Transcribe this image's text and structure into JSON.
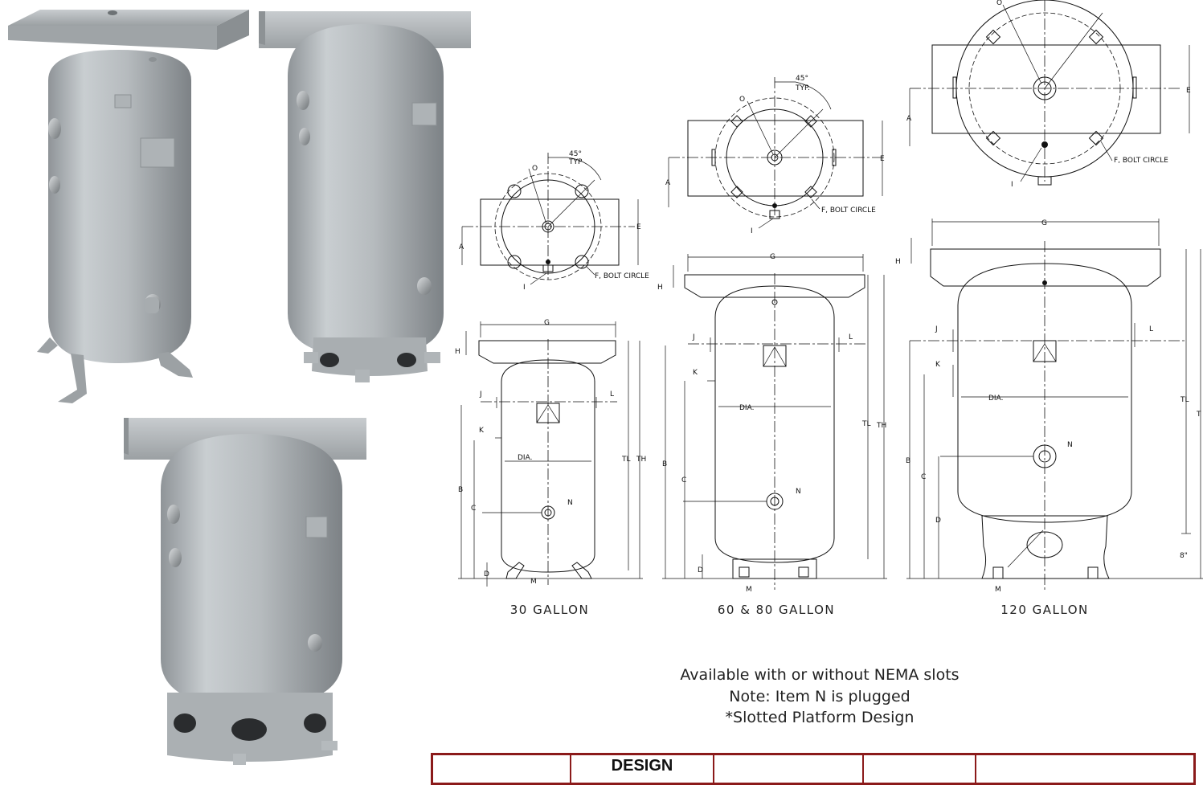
{
  "photos": [
    {
      "name": "tank-photo-30"
    },
    {
      "name": "tank-photo-60-80"
    },
    {
      "name": "tank-photo-120"
    }
  ],
  "drawings": {
    "gal30": {
      "caption": "30 GALLON",
      "angle": "45°",
      "angle_sub": "TYP",
      "bolt": "F, BOLT CIRCLE",
      "labels": {
        "o": "O",
        "a": "A",
        "e": "E",
        "i": "I",
        "g": "G",
        "h": "H",
        "j": "J",
        "k": "K",
        "l": "L",
        "dia": "DIA.",
        "b": "B",
        "c": "C",
        "d": "D",
        "n": "N",
        "m": "M",
        "tl": "TL",
        "th": "TH"
      }
    },
    "gal60": {
      "caption": "60 & 80 GALLON",
      "angle": "45°",
      "angle_sub": "TYP.",
      "bolt": "F, BOLT CIRCLE",
      "labels": {
        "o": "O",
        "a": "A",
        "e": "E",
        "i": "I",
        "g": "G",
        "h": "H",
        "j": "J",
        "k": "K",
        "l": "L",
        "dia": "DIA.",
        "b": "B",
        "c": "C",
        "d": "D",
        "n": "N",
        "m": "M",
        "tl": "TL",
        "th": "TH"
      }
    },
    "gal120": {
      "caption": "120 GALLON",
      "bolt": "F, BOLT CIRCLE",
      "leg_dim": "8\"",
      "labels": {
        "o": "O",
        "a": "A",
        "e": "E",
        "i": "I",
        "g": "G",
        "h": "H",
        "j": "J",
        "k": "K",
        "l": "L",
        "dia": "DIA.",
        "b": "B",
        "c": "C",
        "d": "D",
        "n": "N",
        "m": "M",
        "tl": "TL",
        "t": "T"
      }
    }
  },
  "notes": [
    "Available with or without NEMA slots",
    "Note: Item N is plugged",
    "*Slotted Platform Design"
  ],
  "table": {
    "headers": [
      "",
      "DESIGN",
      "",
      "",
      ""
    ]
  },
  "colors": {
    "tank": "#b9bec2",
    "table_border": "#8b1a1a"
  }
}
